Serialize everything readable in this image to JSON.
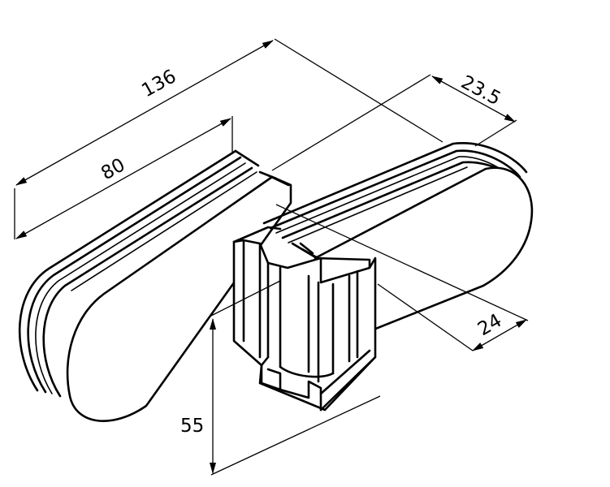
{
  "dimensions": {
    "overall_length": "136",
    "plate_length": "80",
    "thickness": "23.5",
    "width": "24",
    "height": "55"
  }
}
